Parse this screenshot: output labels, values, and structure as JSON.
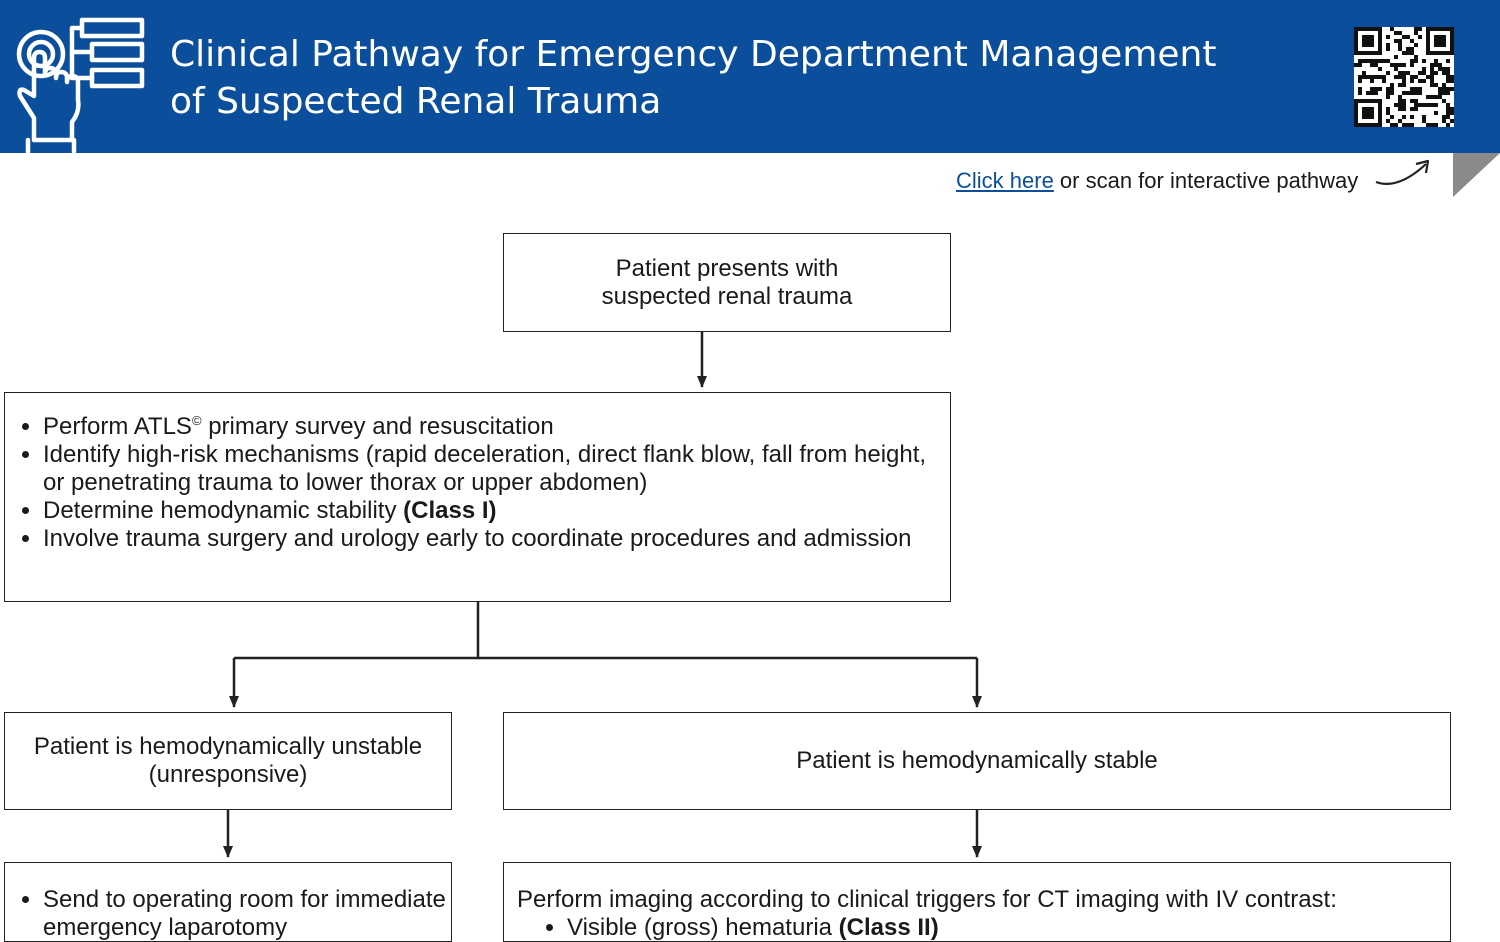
{
  "header": {
    "title_line1": "Clinical Pathway for Emergency Department Management",
    "title_line2": "of Suspected Renal Trauma",
    "icon": "touch-pathway-icon",
    "qr": "qr-code",
    "background_color": "#0b4f9c"
  },
  "subheader": {
    "link_text": "Click here",
    "rest_text": " or scan for interactive pathway"
  },
  "nodes": {
    "start": {
      "line1": "Patient presents with",
      "line2": "suspected renal trauma"
    },
    "initial": {
      "item1_a": "Perform ATLS",
      "item1_sup": "©",
      "item1_b": " primary survey and resuscitation",
      "item2": "Identify high-risk mechanisms (rapid deceleration, direct flank blow, fall from height, or penetrating trauma to lower thorax or upper abdomen)",
      "item3_a": "Determine hemodynamic stability ",
      "item3_b": "(Class I)",
      "item4": "Involve trauma surgery and urology early to coordinate procedures and admission"
    },
    "unstable": {
      "line1": "Patient is hemodynamically unstable",
      "line2": "(unresponsive)"
    },
    "stable": {
      "text": "Patient is hemodynamically stable"
    },
    "unstable_next": {
      "item1": "Send to operating room for immediate emergency laparotomy"
    },
    "stable_next": {
      "intro": "Perform imaging according to clinical triggers for CT imaging with IV contrast:",
      "item1_a": "Visible (gross) hematuria ",
      "item1_b": "(Class II)"
    }
  }
}
